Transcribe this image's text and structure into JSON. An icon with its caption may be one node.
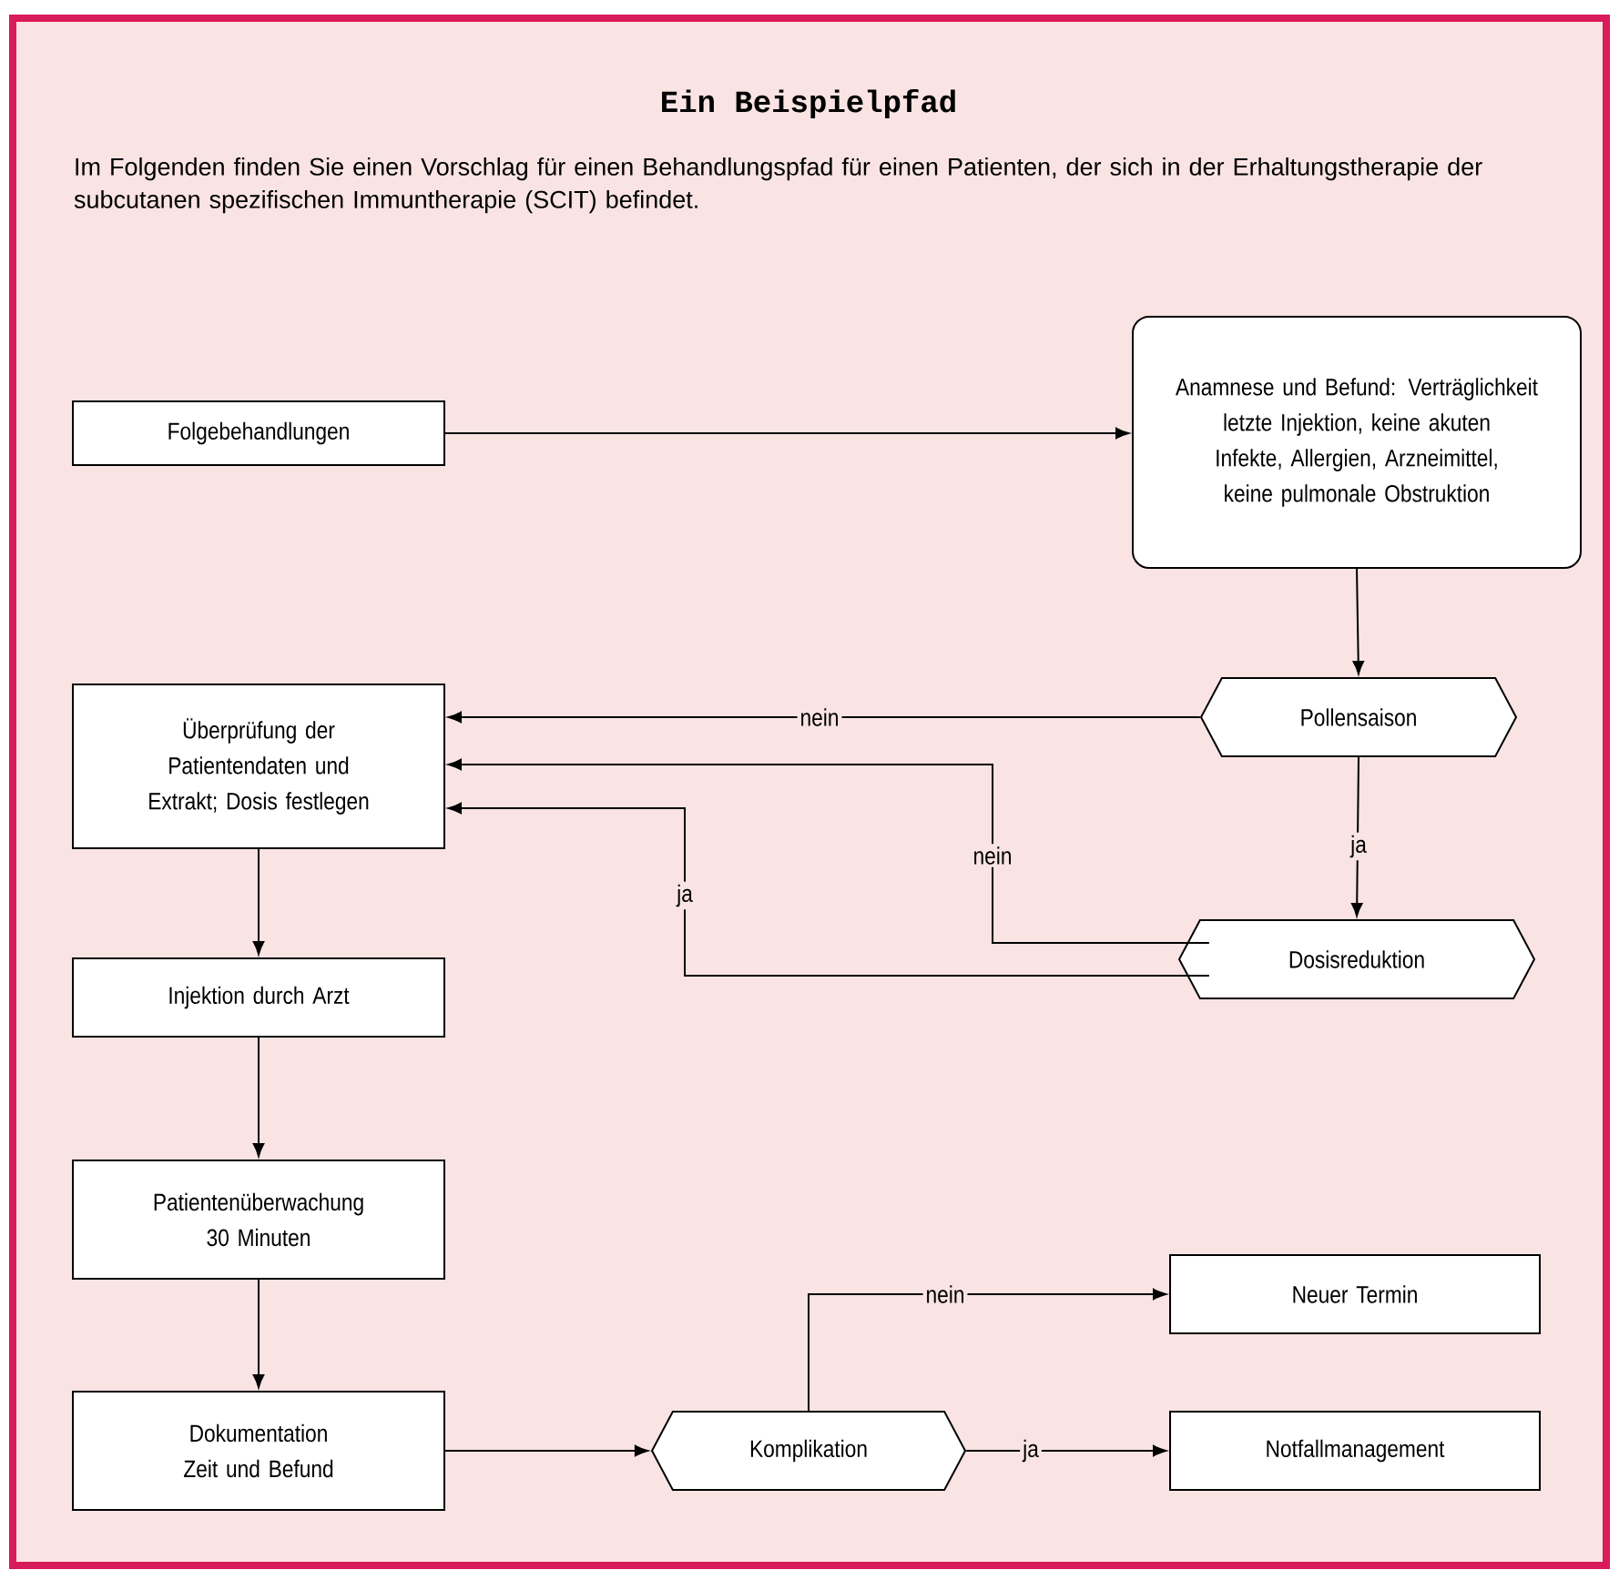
{
  "diagram": {
    "title": "Ein Beispielpfad",
    "nodes": [
      {
        "text": [
          "Folgebehandlungen"
        ]
      },
      {
        "text": [
          "Anamnese und Befund: Verträglichkeit letzte Injektion, keine akuten Infekte, Allergien, Arzneimittel, keine pulmonale Obstruktion"
        ]
      },
      {
        "text": [
          "Pollensaison"
        ]
      },
      {
        "text": [
          "Überprüfung der Patientendaten und Extrakt; Dosis festlegen"
        ]
      },
      {
        "text": [
          "Dosisreduktion"
        ]
      },
      {
        "text": [
          "Injektion durch Arzt"
        ]
      },
      {
        "text": [
          "Patientenüberwachung 30 Minuten"
        ]
      },
      {
        "text": [
          "Dokumentation Zeit und Befund"
        ]
      },
      {
        "text": [
          "Komplikation"
        ]
      },
      {
        "text": [
          "Neuer Termin"
        ]
      },
      {
        "text": [
          "Notfallmanagement"
        ]
      }
    ],
    "edges": [
      {
        "from": 0,
        "to": 1,
        "arrow": "to"
      },
      {
        "from": 1,
        "to": 2,
        "arrow": "to"
      },
      {
        "from": 2,
        "to": 3,
        "arrow": "to",
        "label": "nein"
      },
      {
        "from": 2,
        "to": 4,
        "arrow": "to",
        "label": "ja"
      },
      {
        "from": 4,
        "to": 3,
        "arrow": "to",
        "label": "nein"
      },
      {
        "from": 4,
        "to": 3,
        "arrow": "to",
        "label": "ja"
      },
      {
        "from": 3,
        "to": 5,
        "arrow": "to"
      },
      {
        "from": 5,
        "to": 6,
        "arrow": "to"
      },
      {
        "from": 6,
        "to": 7,
        "arrow": "to"
      },
      {
        "from": 7,
        "to": 8,
        "arrow": "to"
      },
      {
        "from": 8,
        "to": 9,
        "arrow": "to",
        "label": "nein"
      },
      {
        "from": 8,
        "to": 10,
        "arrow": "to",
        "label": "ja"
      }
    ],
    "labels": [
      "Im Folgenden finden Sie einen Vorschlag für einen Behandlungspfad für einen Patienten, der sich in der Erhaltungstherapie der subcutanen spezifischen Immuntherapie (SCIT) befindet."
    ]
  }
}
